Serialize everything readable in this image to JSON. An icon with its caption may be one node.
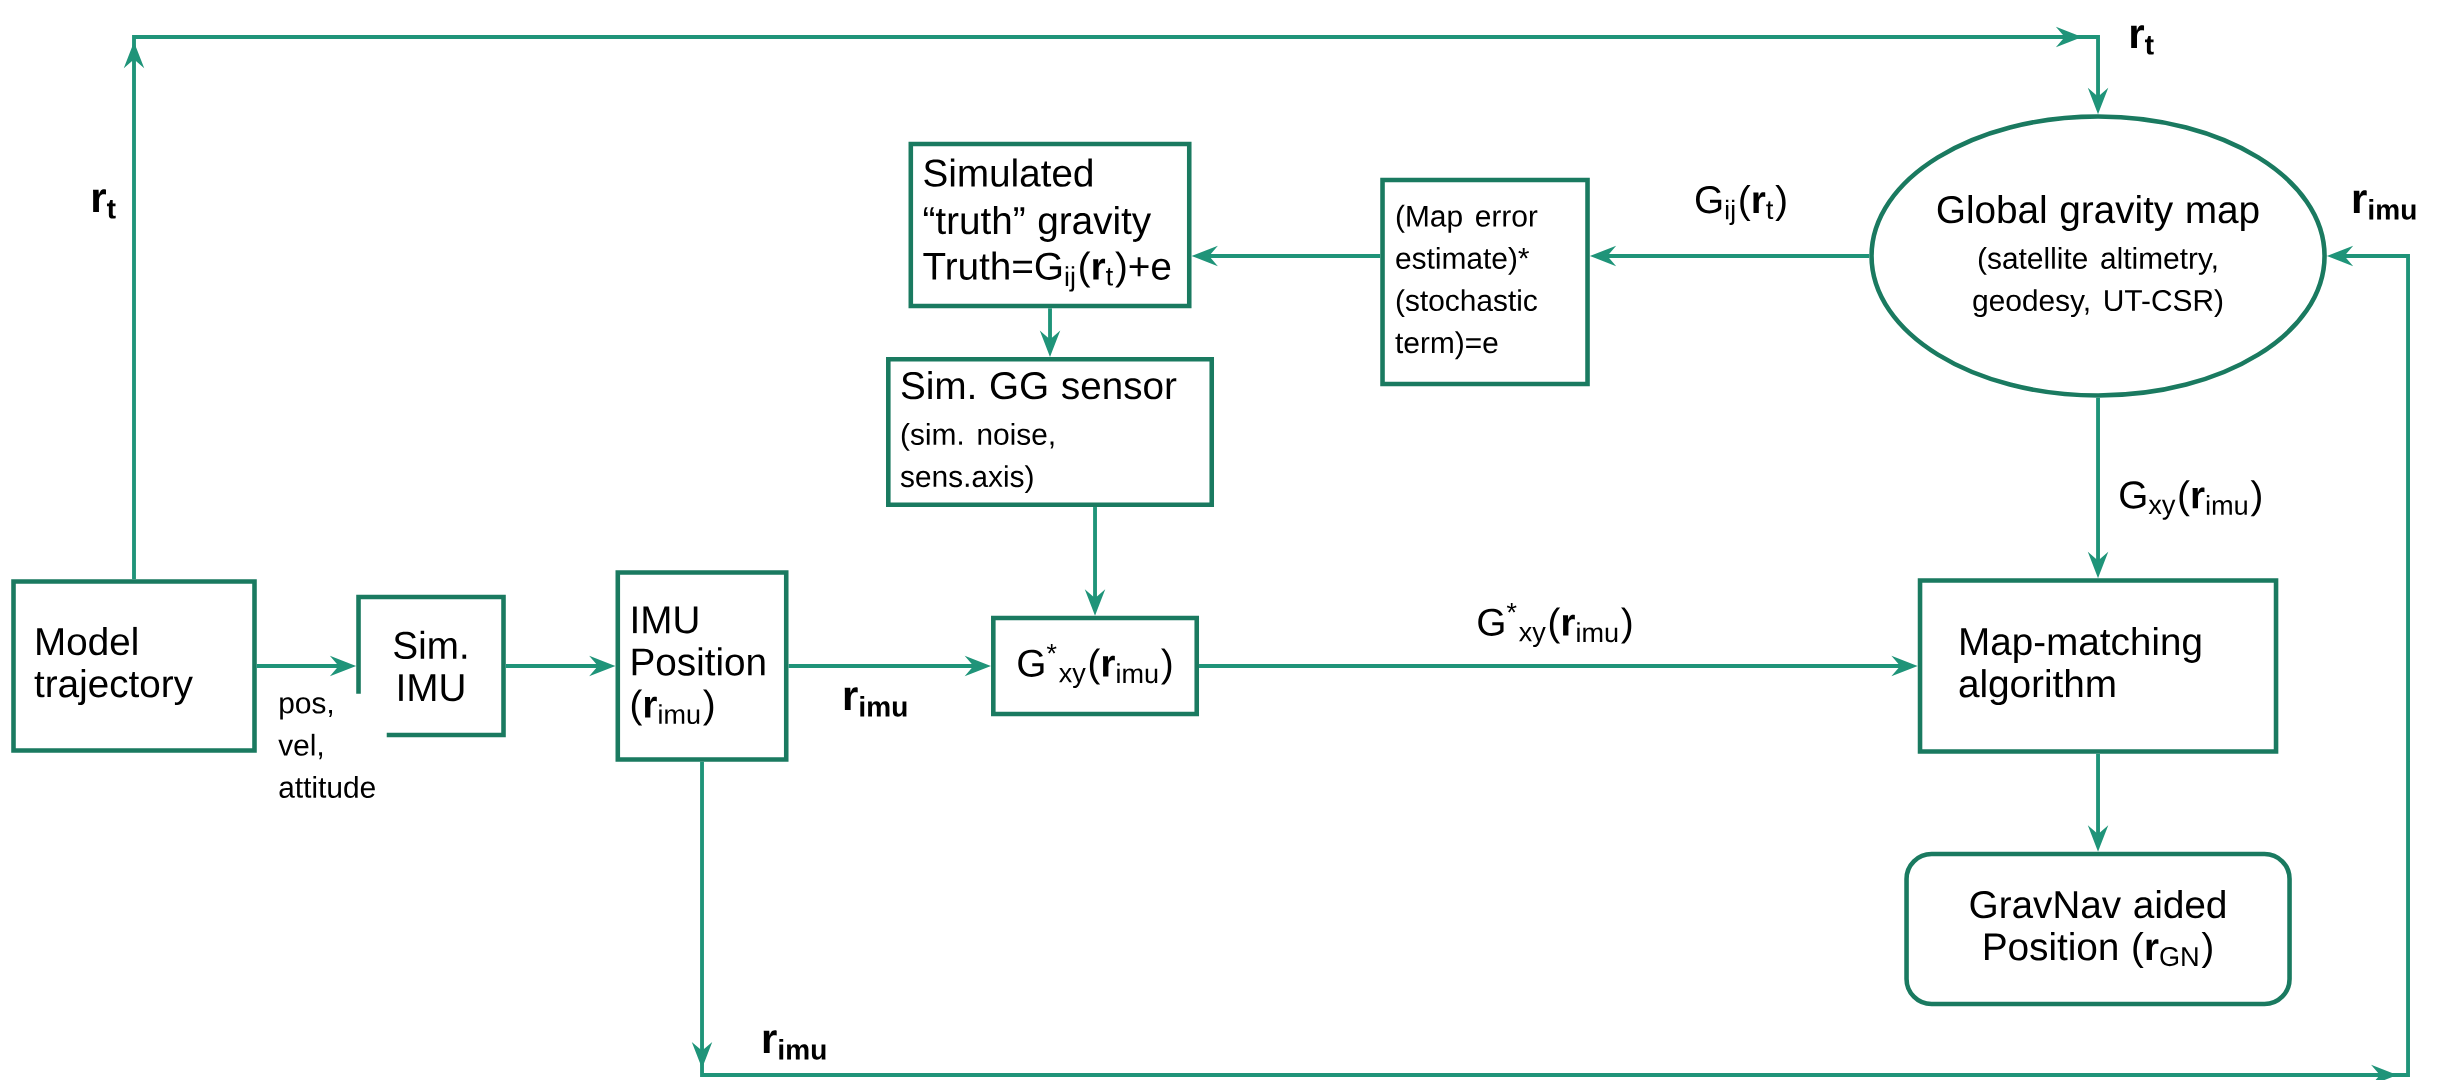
{
  "diagram": {
    "nodes": [
      {
        "text": [
          "Model trajectory"
        ]
      },
      {
        "text": [
          "Sim. IMU"
        ]
      },
      {
        "text": [
          "IMU Position (**r**$_{imu}$)"
        ]
      },
      {
        "text": [
          "Simulated “truth” gravity",
          "Truth=G$_{ij}$(**r**$_{t}$)+e"
        ]
      },
      {
        "text": [
          "(Map error estimate)* (stochastic term)=e"
        ]
      },
      {
        "text": [
          "Global gravity map",
          "(satellite altimetry, geodesy, UT-CSR)"
        ]
      },
      {
        "text": [
          "Sim. GG sensor",
          "(sim. noise, sens.axis)"
        ]
      },
      {
        "text": [
          "G$^{*}$$_{xy}$(**r**$_{imu}$)"
        ]
      },
      {
        "text": [
          "Map-matching algorithm"
        ]
      },
      {
        "text": [
          "GravNav aided Position (**r**$_{GN}$)"
        ]
      }
    ],
    "edges": [
      {
        "from": 0,
        "to": 1,
        "arrow": "to",
        "label": "pos, vel, attitude"
      },
      {
        "from": 1,
        "to": 2,
        "arrow": "to"
      },
      {
        "from": 2,
        "to": 7,
        "arrow": "to",
        "label": "r$_{imu}$"
      },
      {
        "from": 0,
        "to": 5,
        "arrow": "to",
        "label": "r$_{t}$"
      },
      {
        "from": 5,
        "to": 4,
        "arrow": "to",
        "label": "G$_{ij}$(**r**$_{t}$)"
      },
      {
        "from": 4,
        "to": 3,
        "arrow": "to"
      },
      {
        "from": 3,
        "to": 6,
        "arrow": "to"
      },
      {
        "from": 6,
        "to": 7,
        "arrow": "to"
      },
      {
        "from": 7,
        "to": 8,
        "arrow": "to",
        "label": "G$^{*}$$_{xy}$(**r**$_{imu}$)"
      },
      {
        "from": 5,
        "to": 8,
        "arrow": "to",
        "label": "G$_{xy}$(**r**$_{imu}$)"
      },
      {
        "from": 8,
        "to": 9,
        "arrow": "to"
      },
      {
        "from": 2,
        "to": 5,
        "arrow": "to",
        "label": "r$_{imu}$"
      }
    ],
    "labels": [
      "r$_{t}$",
      "r$_{imu}$"
    ]
  }
}
